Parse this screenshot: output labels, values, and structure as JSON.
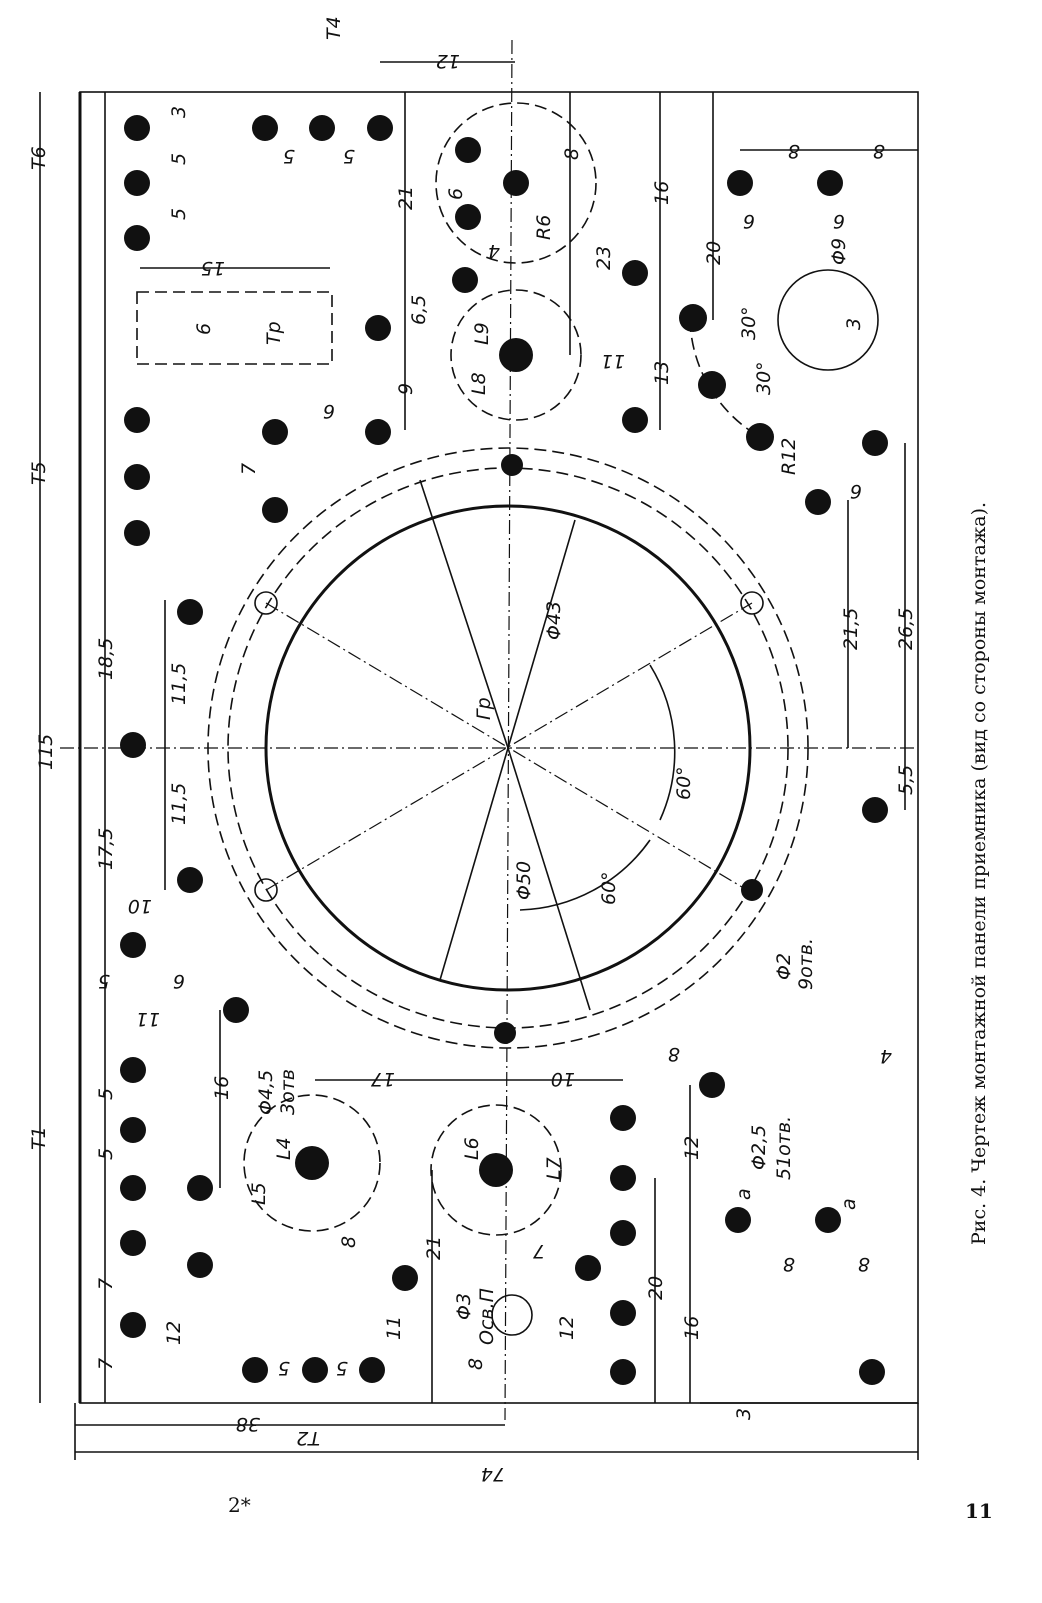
{
  "caption": "Рис. 4. Чертеж монтажной панели приемника (вид со стороны монтажа).",
  "page_left": "2*",
  "page_right": "11",
  "labels": {
    "overall_height": "115",
    "overall_width": "74",
    "w38": "38",
    "top12": "12",
    "t4": "T4",
    "t6": "T6",
    "t5": "T5",
    "t1": "T1",
    "t2": "T2",
    "tr": "Тр",
    "gr": "Гр",
    "d43": "Φ43",
    "d50": "Φ50",
    "a60a": "60°",
    "a60b": "60°",
    "d2": "Φ2",
    "d2n": "9отв.",
    "d45": "Φ4,5",
    "d45n": "3отв",
    "d25": "Φ2,5",
    "d25n": "51отв.",
    "d3": "Φ3",
    "osp": "Осв.Π",
    "d9": "Φ9",
    "r12": "R12",
    "r6": "R6",
    "a30a": "30°",
    "a30b": "30°",
    "l9": "L9",
    "l8": "L8",
    "l6": "L6",
    "l7": "L7",
    "l4": "L4",
    "l5": "L5",
    "a1": "a",
    "a2": "a",
    "n3a": "3",
    "n5a": "5",
    "n5b": "5",
    "n5c": "5",
    "n5d": "5",
    "n5e": "5",
    "n15": "15",
    "n6a": "6",
    "n21a": "21",
    "n6_5": "6,5",
    "n9": "9",
    "n6b": "6",
    "n7a": "7",
    "n8a": "8",
    "n6c": "6",
    "n4a": "4",
    "n23": "23",
    "n16a": "16",
    "n8b": "8",
    "n8c": "8",
    "n20a": "20",
    "n11a": "11",
    "n13": "13",
    "n6d": "6",
    "n6e": "6",
    "n3b": "3",
    "n6f": "6",
    "n26_5": "26,5",
    "n21_5": "21,5",
    "n5_5": "5,5",
    "n18_5": "18,5",
    "n11_5a": "11,5",
    "n11_5b": "11,5",
    "n17_5": "17,5",
    "n10a": "10",
    "n5f": "5",
    "n6g": "6",
    "n11b": "11",
    "n16b": "16",
    "n17": "17",
    "n10b": "10",
    "n8d": "8",
    "n12a": "12",
    "n8e": "8",
    "n8f": "8",
    "n21b": "21",
    "n8g": "8",
    "n7b": "7",
    "n20b": "20",
    "n16c": "16",
    "n12b": "12",
    "n11c": "11",
    "n8h": "8",
    "n5g": "5",
    "n5h": "5",
    "n7c": "7",
    "n7d": "7",
    "n12c": "12",
    "n4b": "4",
    "n3c": "3",
    "n5i": "5",
    "n5j": "5"
  }
}
